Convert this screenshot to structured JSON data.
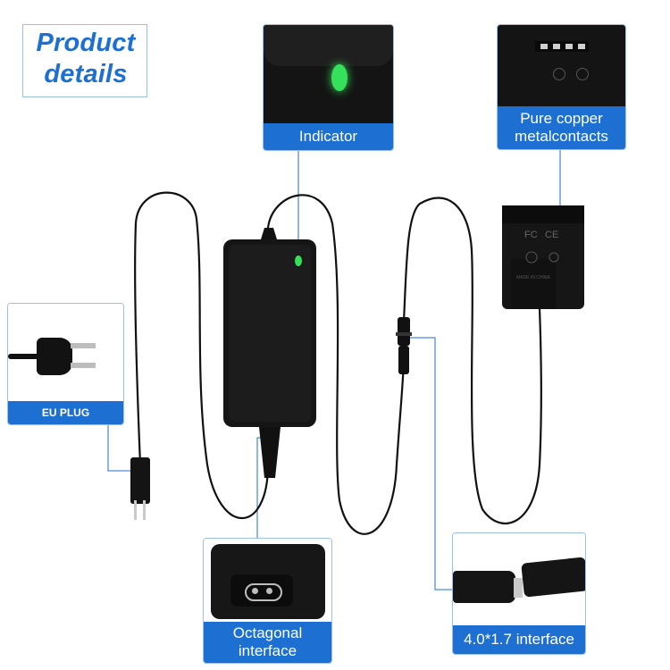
{
  "title": {
    "line1": "Product",
    "line2": "details"
  },
  "callouts": {
    "indicator": "Indicator",
    "contacts_line1": "Pure copper",
    "contacts_line2": "metalcontacts",
    "plug": "EU PLUG",
    "octagonal_line1": "Octagonal",
    "octagonal_line2": "interface",
    "interface": "4.0*1.7 interface"
  },
  "coupler_markings": {
    "fcc": "FC",
    "ce": "CE",
    "made_in": "MADE IN CHINA"
  },
  "colors": {
    "accent_blue": "#1e6fd2",
    "border_blue": "#9bc1ea",
    "led_green": "#35e05a",
    "device_black": "#141414"
  }
}
